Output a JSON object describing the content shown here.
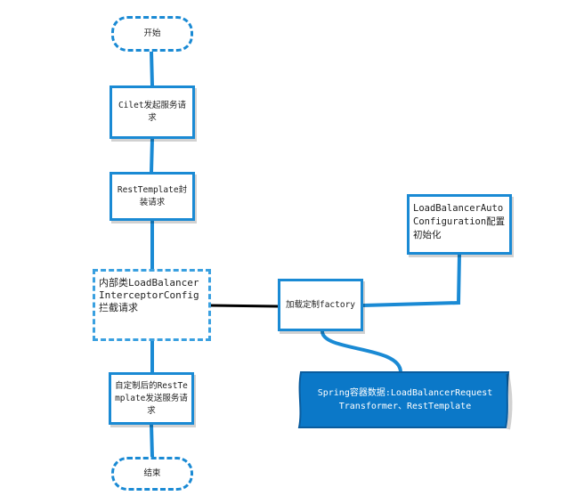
{
  "diagram": {
    "nodes": {
      "start": "开始",
      "client": "Cilet发起服务请求",
      "resttemplate": "RestTemplate封装请求",
      "interceptor": "内部类LoadBalancerInterceptorConfig拦截请求",
      "custom": "自定制后的RestTemplate发送服务请求",
      "end": "结束",
      "factory": "加载定制factory",
      "autoconfig": "LoadBalancerAutoConfiguration配置初始化",
      "container": "Spring容器数据:LoadBalancerRequestTransformer、RestTemplate"
    },
    "colors": {
      "line": "#1a8ad4",
      "connector": "#000000",
      "tape_fill": "#0b78c8"
    }
  }
}
